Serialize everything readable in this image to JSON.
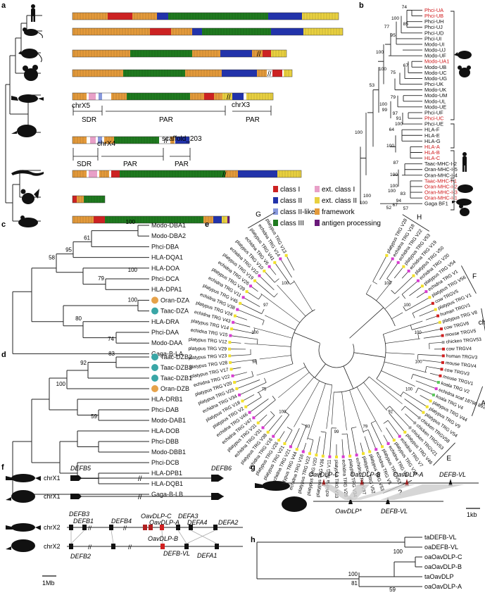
{
  "panels": {
    "a": "a",
    "b": "b",
    "c": "c",
    "d": "d",
    "e": "e",
    "f": "f",
    "g": "g",
    "h": "h"
  },
  "panel_a": {
    "chrom_labels": {
      "chrX5": "chrX5",
      "chrX3": "chrX3",
      "chrX4": "chrX4",
      "scaffold": "scaffold_203"
    },
    "region_labels": {
      "sdr": "SDR",
      "par": "PAR"
    },
    "legend": [
      {
        "label": "class I",
        "color": "#cc2222"
      },
      {
        "label": "class II",
        "color": "#2233aa"
      },
      {
        "label": "class II-like",
        "color": "#8899dd"
      },
      {
        "label": "class III",
        "color": "#1f7a1f"
      },
      {
        "label": "ext. class I",
        "color": "#e8a0c8"
      },
      {
        "label": "ext. class II",
        "color": "#e8d040"
      },
      {
        "label": "framework",
        "color": "#e39a3b"
      },
      {
        "label": "antigen processing",
        "color": "#6a1a7a"
      }
    ],
    "species_icons": [
      "human-icon",
      "mouse-icon",
      "opossum-icon",
      "koala-icon",
      "platypus-icon",
      "echidna-icon",
      "lizard-icon",
      "chicken-icon",
      "frog-icon"
    ]
  },
  "panel_b": {
    "leaves": [
      "Phci-UA",
      "Phci-UB",
      "Phci-UH",
      "Phci-UJ",
      "Phci-UD",
      "Phci-UI",
      "Modo-UI",
      "Modo-UJ",
      "Modo-UF",
      "Modo-UA1",
      "Modo-UB",
      "Modo-UC",
      "Modo-UG",
      "Phci-UK",
      "Modo-UK",
      "Modo-UM",
      "Modo-UL",
      "Modo-UE",
      "Phci-UF",
      "Phci-UC",
      "Phci-UE",
      "HLA-F",
      "HLA-E",
      "HLA-G",
      "HLA-A",
      "HLA-B",
      "HLA-C",
      "Taac-MHC-I-2",
      "Oran-MHC-I-5",
      "Oran-MHC-I-4",
      "Taac-MHC-I-1",
      "Oran-MHC-I-2",
      "Oran-MHC-I-3",
      "Oran-MHC-I-1",
      "Gaga BF1"
    ],
    "red": [
      "Phci-UA",
      "Phci-UB",
      "Modo-UA1",
      "Phci-UC",
      "HLA-A",
      "HLA-B",
      "HLA-C",
      "Taac-MHC-I-1",
      "Oran-MHC-I-2",
      "Oran-MHC-I-3",
      "Oran-MHC-I-1"
    ],
    "supports": [
      "74",
      "100",
      "85",
      "77",
      "95",
      "67",
      "75",
      "100",
      "100",
      "53",
      "79",
      "100",
      "99",
      "97",
      "91",
      "100",
      "64",
      "100",
      "100",
      "87",
      "100",
      "100",
      "100",
      "83",
      "94",
      "67",
      "52",
      "100",
      "100",
      "57"
    ]
  },
  "panel_c": {
    "leaves": [
      "Modo-DBA1",
      "Modo-DBA2",
      "Phci-DBA",
      "HLA-DQA1",
      "HLA-DOA",
      "Phci-DCA",
      "HLA-DPA1",
      "Oran-DZA",
      "Taac-DZA",
      "HLA-DRA",
      "Phci-DAA",
      "Modo-DAA",
      "Gaga-B-LA"
    ],
    "supports": [
      "100",
      "61",
      "95",
      "58",
      "100",
      "79",
      "100",
      "80",
      "74"
    ]
  },
  "panel_d": {
    "leaves": [
      "Taac-DZB2",
      "Taac-DZB3",
      "Taac-DZB1",
      "Oran-DZB",
      "HLA-DRB1",
      "Phci-DAB",
      "Modo-DAB1",
      "HLA-DOB",
      "Phci-DBB",
      "Modo-DBB1",
      "Phci-DCB",
      "HLA-DPB1",
      "HLA-DQB1",
      "Gaga-B-LB"
    ],
    "supports": [
      "83",
      "92",
      "100",
      "59"
    ]
  },
  "panel_e": {
    "leaves": [
      "platypus TRG V28",
      "echidna TRG V18",
      "echidna TRG V22",
      "platypus TRG V53",
      "echidna TRG V19",
      "platypus TRG V50",
      "echidna TRG V20",
      "platypus TRG V54",
      "echidna TRG V1",
      "platypus TRG V56",
      "cow TRGV5",
      "platypus TRG V1",
      "human TRGV1",
      "platypus TRG V8",
      "cow TRGV6",
      "mouse TRGV5",
      "chicken TRGV53",
      "cow TRGV4",
      "human TRGV3",
      "mouse TRGV4",
      "cow TRGV3",
      "mouse TRGV1",
      "koala TRG V2",
      "echidna scaf 18798 892",
      "koala TRG V4",
      "platypus TRG V44",
      "platypus TRG V9",
      "platypus TRG V54",
      "chicken TRGV58",
      "chicken TRGV63",
      "chicken TRGV21",
      "platypus TRG V46",
      "echidna TRG V7",
      "platypus TRG V18",
      "echidna TRG V9",
      "platypus TRG V51",
      "echidna TRG V5",
      "platypus TRG V53",
      "platypus TRG V52",
      "echidna TRG V37",
      "platypus TRG V34",
      "echidna TRG V28",
      "platypus TRG V33",
      "echidna TRG V11",
      "platypus TRG V36",
      "platypus TRG V20",
      "platypus TRG V22",
      "echidna TRG V16",
      "platypus TRG V44",
      "echidna TRG V21",
      "platypus TRG V21",
      "platypus TRG V26",
      "echidna TRG V16",
      "platypus TRG V38",
      "echidna TRG V31",
      "platypus TRG V31",
      "echidna TRG V47",
      "echidna TRG V46",
      "platypus TRG V2",
      "platypus TRG V18",
      "echidna TRG V34",
      "platypus TRG V25",
      "platypus TRG V20",
      "echidna TRG V22",
      "platypus TRG V17",
      "platypus TRG V28",
      "platypus TRG V23",
      "platypus TRG V29",
      "platypus TRG V12",
      "echidna TRG V15",
      "platypus TRG V14",
      "echidna TRG V43",
      "platypus TRG V24",
      "echidna TRG V38",
      "platypus TRG V45",
      "echidna TRG V11",
      "platypus TRG V39",
      "echidna TRG V26",
      "platypus TRG V19",
      "echidna TRG V10",
      "platypus TRG V10",
      "echidna TRG V6",
      "platypus TRG V41",
      "echidna TRG V14",
      "platypus TRG V13"
    ],
    "clades": [
      "H",
      "F",
      "chicken",
      "A",
      "E",
      "?",
      "G"
    ],
    "supports": [
      "100",
      "100",
      "100",
      "100",
      "100",
      "92",
      "79",
      "99",
      "93",
      "100",
      "75",
      "98",
      "100",
      "97",
      "100"
    ]
  },
  "panel_f": {
    "rows": [
      {
        "chrom": "chrX1",
        "genes": [
          "DEFB5",
          "DEFB6"
        ]
      },
      {
        "chrom": "chrX1",
        "genes": []
      },
      {
        "chrom": "chrX2",
        "genes": [
          "DEFB3",
          "DEFB1",
          "DEFB4",
          "OavDLP-C",
          "OavDLP-A",
          "DEFA3",
          "DEFA4",
          "DEFA2"
        ]
      },
      {
        "chrom": "chrX2",
        "genes": [
          "DEFB2",
          "OavDLP-B",
          "DEFB-VL",
          "DEFA1"
        ]
      }
    ],
    "scale": "1Mb"
  },
  "panel_g": {
    "top_genes": [
      "OavDLP-C",
      "OavDLP-B",
      "OavDLP-A",
      "DEFB-VL"
    ],
    "bottom_genes": [
      "OavDLP*",
      "DEFB-VL"
    ],
    "scale": "1kb"
  },
  "panel_h": {
    "leaves": [
      "taDEFB-VL",
      "oaDEFB-VL",
      "oaOavDLP-C",
      "oaOavDLP-B",
      "taOavDLP",
      "oaOavDLP-A"
    ],
    "supports": [
      "100",
      "100",
      "81",
      "59"
    ]
  }
}
